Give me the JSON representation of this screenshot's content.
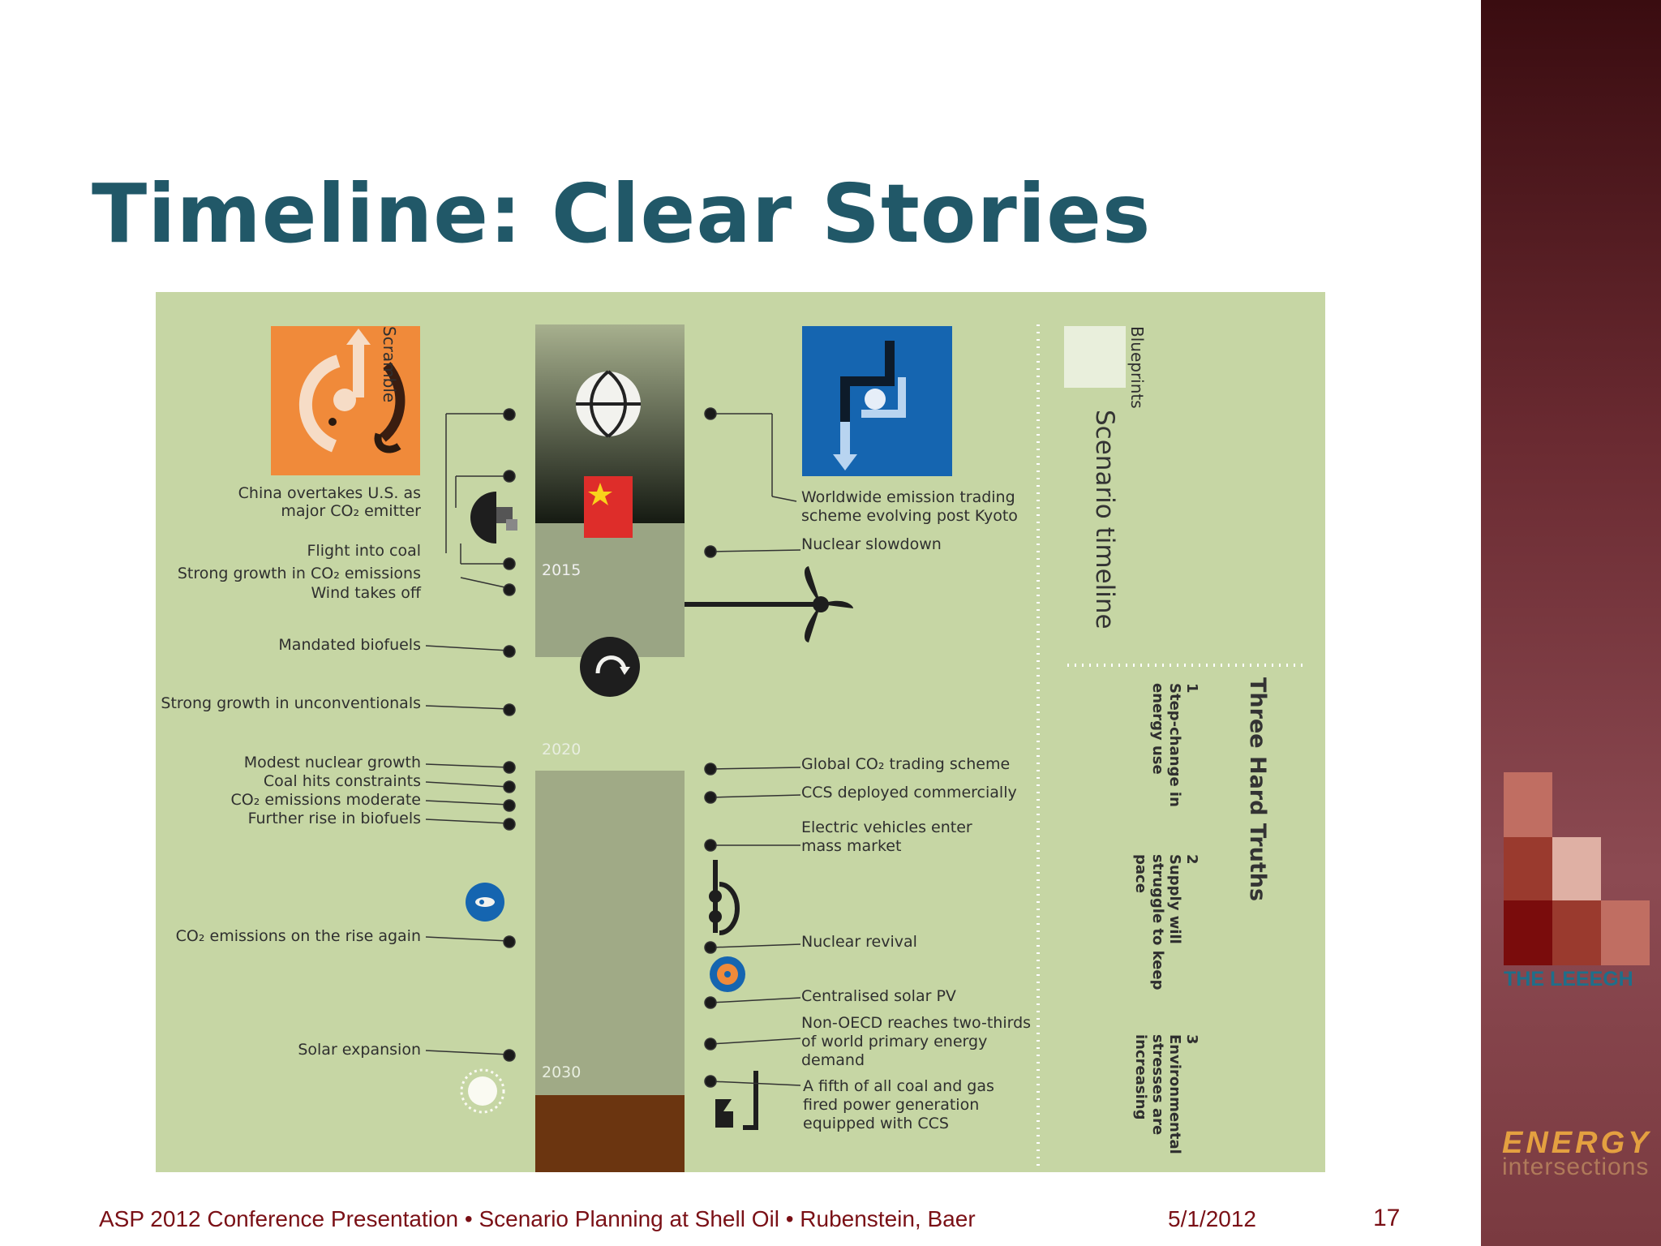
{
  "slide": {
    "title": "Timeline: Clear Stories",
    "footer": {
      "text": "ASP 2012 Conference Presentation • Scenario Planning at Shell Oil • Rubenstein, Baer",
      "date": "5/1/2012",
      "page": "17"
    },
    "sidebar": {
      "brand1": "THE LEEEGH",
      "brand2_word": "ENERGY",
      "brand2_sub": "intersections",
      "colors": {
        "dark": "#3a0c10",
        "mid": "#8c4a52"
      }
    }
  },
  "diagram": {
    "scenarios": {
      "left": "Scramble",
      "right": "Blueprints"
    },
    "timeline_title": "Scenario timeline",
    "years": [
      "2015",
      "2020",
      "2030"
    ],
    "scramble_events": [
      "China overtakes U.S. as",
      "major CO₂ emitter",
      "Flight into coal",
      "Strong growth in CO₂ emissions",
      "Wind takes off",
      "Mandated biofuels",
      "Strong growth in unconventionals",
      "Modest nuclear growth",
      "Coal hits constraints",
      "CO₂ emissions moderate",
      "Further rise in biofuels",
      "CO₂ emissions on the rise again",
      "Solar expansion"
    ],
    "blueprints_events": [
      "Worldwide emission trading",
      "scheme evolving post Kyoto",
      "Nuclear slowdown",
      "Global CO₂ trading scheme",
      "CCS deployed commercially",
      "Electric vehicles enter",
      "mass market",
      "Nuclear revival",
      "Centralised solar PV",
      "Non-OECD reaches two-thirds",
      "of world primary energy",
      "demand",
      "A fifth of all coal and gas",
      "fired power generation",
      "equipped with CCS"
    ],
    "hard_truths": {
      "title": "Three Hard Truths",
      "items": [
        {
          "num": "1",
          "line1": "Step-change in",
          "line2": "energy use",
          "line3": ""
        },
        {
          "num": "2",
          "line1": "Supply will",
          "line2": "struggle to keep",
          "line3": "pace"
        },
        {
          "num": "3",
          "line1": "Environmental",
          "line2": "stresses are",
          "line3": "increasing"
        }
      ]
    },
    "colors": {
      "panel": "#c6d6a4",
      "scramble": "#f08a3a",
      "blueprints": "#1565b0",
      "timeline_bottom": "#6b3510"
    }
  }
}
